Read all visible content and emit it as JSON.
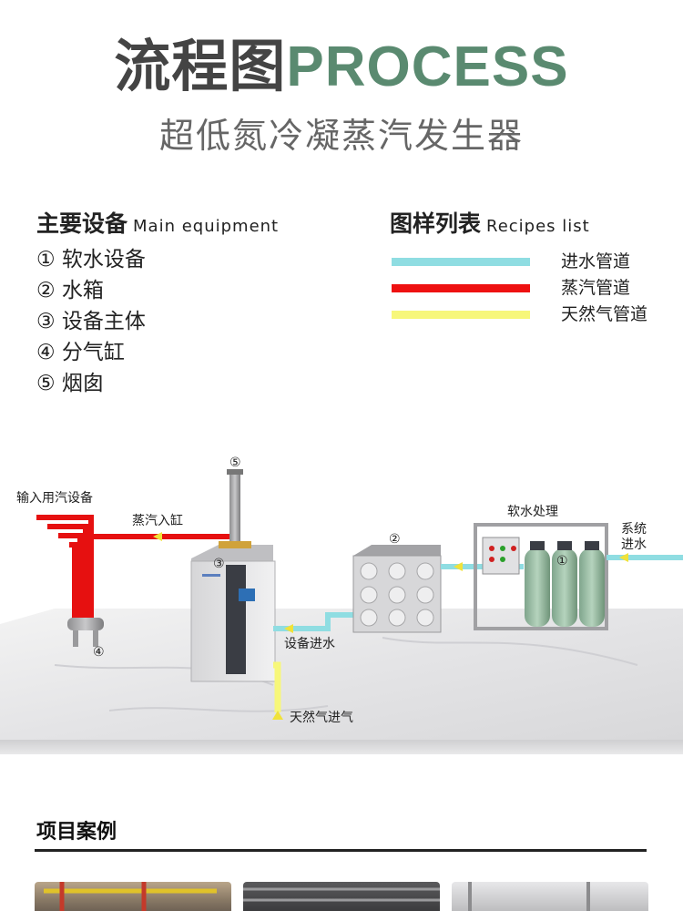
{
  "header": {
    "title_cn": "流程图",
    "title_en": "PROCESS",
    "subtitle": "超低氮冷凝蒸汽发生器"
  },
  "equipment": {
    "title_cn": "主要设备",
    "title_en": "Main equipment",
    "items": [
      "① 软水设备",
      "② 水箱",
      "③ 设备主体",
      "④ 分气缸",
      "⑤ 烟囱"
    ]
  },
  "legend": {
    "title_cn": "图样列表",
    "title_en": "Recipes list",
    "items": [
      {
        "label": "进水管道",
        "color": "#8fdde2"
      },
      {
        "label": "蒸汽管道",
        "color": "#ee1111"
      },
      {
        "label": "天然气管道",
        "color": "#f7f77a"
      }
    ]
  },
  "diagram": {
    "labels": {
      "steam_use": "输入用汽设备",
      "steam_in": "蒸汽入缸",
      "soft_water": "软水处理",
      "system_inlet_1": "系统",
      "system_inlet_2": "进水",
      "device_inlet": "设备进水",
      "gas_inlet": "天然气进气"
    },
    "markers": {
      "m1": "①",
      "m2": "②",
      "m3": "③",
      "m4": "④",
      "m5": "⑤"
    }
  },
  "cases": {
    "title": "项目案例"
  }
}
